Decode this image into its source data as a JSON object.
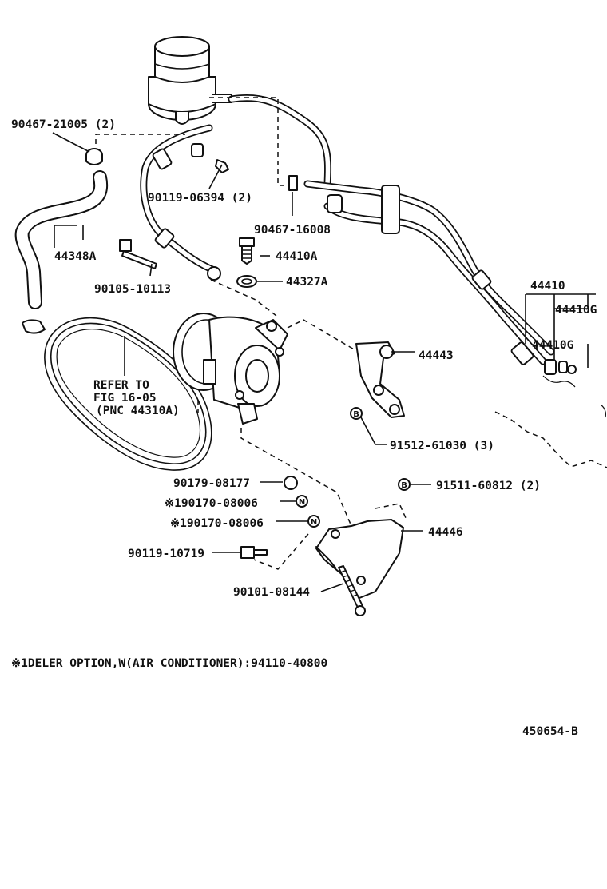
{
  "diagram": {
    "labels": {
      "clamp_90467_21005": "90467-21005 (2)",
      "bolt_90119_06394": "90119-06394 (2)",
      "hose_44348A": "44348A",
      "clip_90467_16008": "90467-16008",
      "union_44410A": "44410A",
      "gasket_44327A": "44327A",
      "bolt_90105_10113": "90105-10113",
      "tube_44410": "44410",
      "tube_44410G_upper": "44410G",
      "tube_44410G_lower": "44410G",
      "bracket_44443": "44443",
      "bolt_91512_61030": "91512-61030 (3)",
      "belt_note": [
        "REFER TO",
        "FIG 16-05",
        "(PNC 44310A)"
      ],
      "seal_90179_08177": "90179-08177",
      "nut_90170_a": "※190170-08006",
      "nut_90170_b": "※190170-08006",
      "bolt_91511_60812": "91511-60812 (2)",
      "bracket_44446": "44446",
      "bolt_90119_10719": "90119-10719",
      "stud_90101_08144": "90101-08144"
    },
    "badges": {
      "bolt": "B",
      "nut": "N"
    },
    "footnote": "※1DELER OPTION,W(AIR CONDITIONER):94110-40800",
    "diagram_code": "450654-B"
  }
}
